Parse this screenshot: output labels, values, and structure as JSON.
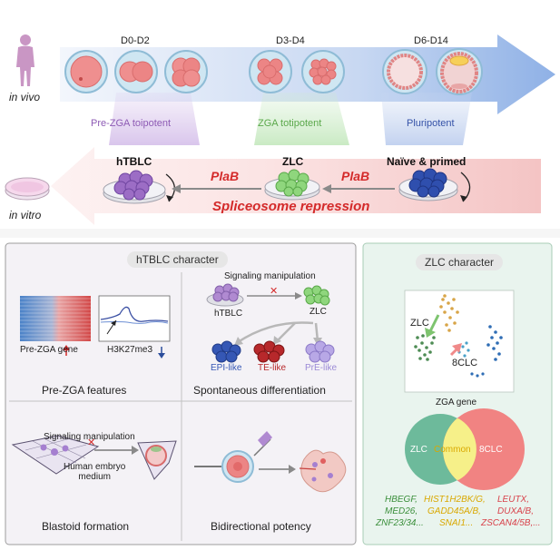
{
  "top": {
    "in_vivo": "in vivo",
    "in_vitro": "in vitro",
    "stages": [
      "D0-D2",
      "D3-D4",
      "D6-D14"
    ],
    "states": [
      "Pre-ZGA toipotent",
      "ZGA totipotent",
      "Pluripotent"
    ],
    "cells": [
      "hTBLC",
      "ZLC",
      "Naïve & primed"
    ],
    "plab": [
      "PlaB",
      "PlaB"
    ],
    "repression": "Spliceosome repression"
  },
  "htblc": {
    "title": "hTBLC character",
    "heatmap_label": "Pre-ZGA gene",
    "mark_label": "H3K27me3",
    "signaling": "Signaling manipulation",
    "node_htblc": "hTBLC",
    "node_zlc": "ZLC",
    "fates": [
      "EPI-like",
      "TE-like",
      "PrE-like"
    ],
    "captions": [
      "Pre-ZGA features",
      "Spontaneous differentiation",
      "Blastoid formation",
      "Bidirectional potency"
    ],
    "signaling2": "Signaling manipulation",
    "medium_line1": "Human embryo",
    "medium_line2": "medium"
  },
  "zlc": {
    "title": "ZLC character",
    "umap_zlc": "ZLC",
    "umap_8clc": "8CLC",
    "venn_title": "ZGA gene",
    "venn_left": "ZLC",
    "venn_mid": "Common",
    "venn_right": "8CLC",
    "genes_row1": [
      "HBEGF,",
      "HIST1H2BK/G,",
      "LEUTX,"
    ],
    "genes_row2": [
      "MED26,",
      "GADD45A/B,",
      "DUXA/B,"
    ],
    "genes_row3": [
      "ZNF23/34...",
      "SNAI1...",
      "ZSCAN4/5B,..."
    ]
  },
  "colors": {
    "purple": "#8e5bb5",
    "green": "#5aa84a",
    "blue": "#3552a8",
    "red": "#d42a2a",
    "gene_green": "#3b8f3b",
    "gene_yellow": "#d9a800",
    "gene_red": "#d8434c"
  }
}
